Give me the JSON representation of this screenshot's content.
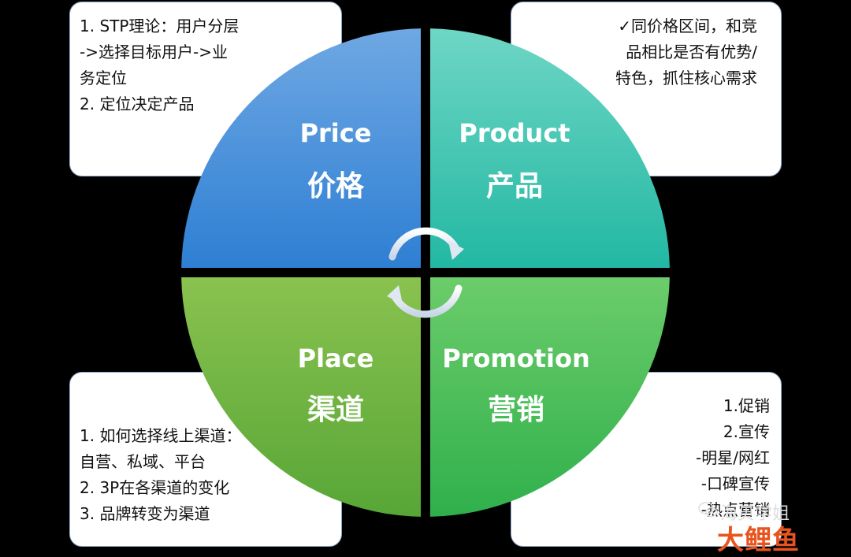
{
  "quadrants": {
    "price": {
      "en": "Price",
      "zh": "价格",
      "color_top": "#6fa8e3",
      "color_bottom": "#2e7fd3"
    },
    "product": {
      "en": "Product",
      "zh": "产品",
      "color_top": "#6fd6c5",
      "color_bottom": "#22b8a3"
    },
    "place": {
      "en": "Place",
      "zh": "渠道",
      "color_top": "#8ac24f",
      "color_bottom": "#57a637"
    },
    "promotion": {
      "en": "Promotion",
      "zh": "营销",
      "color_top": "#6ccc6a",
      "color_bottom": "#2fb04c"
    }
  },
  "boxes": {
    "top_left": {
      "lines": [
        "1. STP理论：用户分层",
        "->选择目标用户->业",
        "务定位",
        "2. 定位决定产品"
      ]
    },
    "top_right": {
      "lines": [
        "✓同价格区间，和竞",
        "品相比是否有优势/",
        "特色，抓住核心需求"
      ]
    },
    "bottom_left": {
      "lines": [
        "1. 如何选择线上渠道：",
        " 自营、私域、平台",
        "2. 3P在各渠道的变化",
        "3. 品牌转变为渠道"
      ]
    },
    "bottom_right": {
      "lines": [
        "1.促销",
        "2.宣传",
        "-明星/网红",
        "-口碑宣传",
        "-热点营销"
      ]
    }
  },
  "watermark": {
    "account": "海贝学姐",
    "logo": "大鲤鱼"
  }
}
